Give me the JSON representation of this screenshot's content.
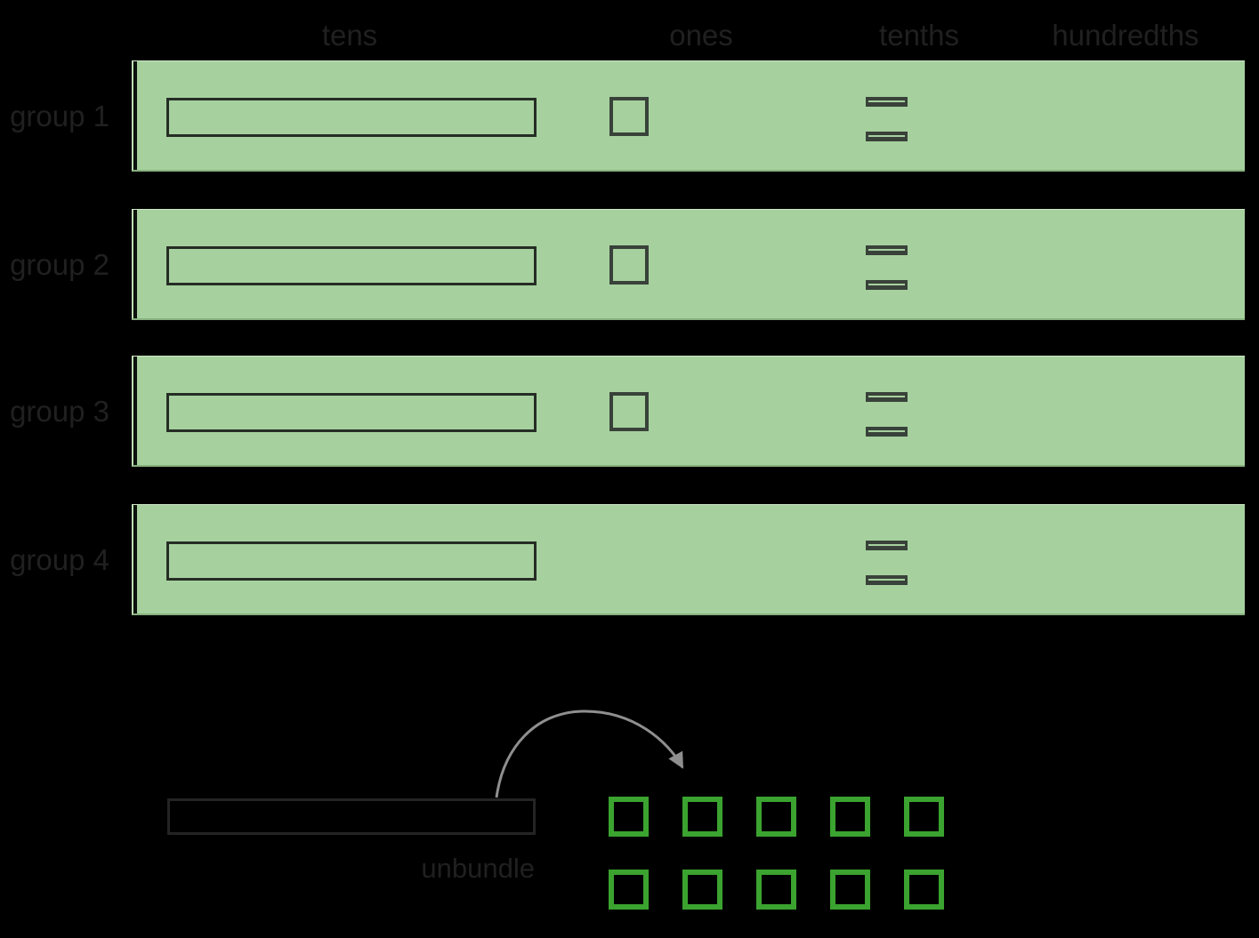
{
  "columns": [
    {
      "label": "tens"
    },
    {
      "label": "ones"
    },
    {
      "label": "tenths"
    },
    {
      "label": "hundredths"
    }
  ],
  "groups": [
    {
      "label": "group 1",
      "tens": 1,
      "ones": 1,
      "tenths": 2,
      "hundredths": 0
    },
    {
      "label": "group 2",
      "tens": 1,
      "ones": 1,
      "tenths": 2,
      "hundredths": 0
    },
    {
      "label": "group 3",
      "tens": 1,
      "ones": 1,
      "tenths": 2,
      "hundredths": 0
    },
    {
      "label": "group 4",
      "tens": 1,
      "ones": 0,
      "tenths": 2,
      "hundredths": 0
    }
  ],
  "unbundle": {
    "label": "unbundle",
    "tens_rods": 1,
    "ones_squares": 10,
    "grid": {
      "rows": 2,
      "cols": 5
    }
  },
  "icons": {
    "arrow": "curved-arrow"
  },
  "colors": {
    "background": "#000000",
    "band_green": "#a6d19e",
    "band_edge_light": "#cfe7c6",
    "band_edge_dark": "#87b17e",
    "piece_dark": "#39423a",
    "rod_outline": "#262d25",
    "bottom_rod_outline": "#242424",
    "square_green": "#3ba32f",
    "arrow_gray": "#8f8f8f",
    "text_dark": "#202020"
  }
}
